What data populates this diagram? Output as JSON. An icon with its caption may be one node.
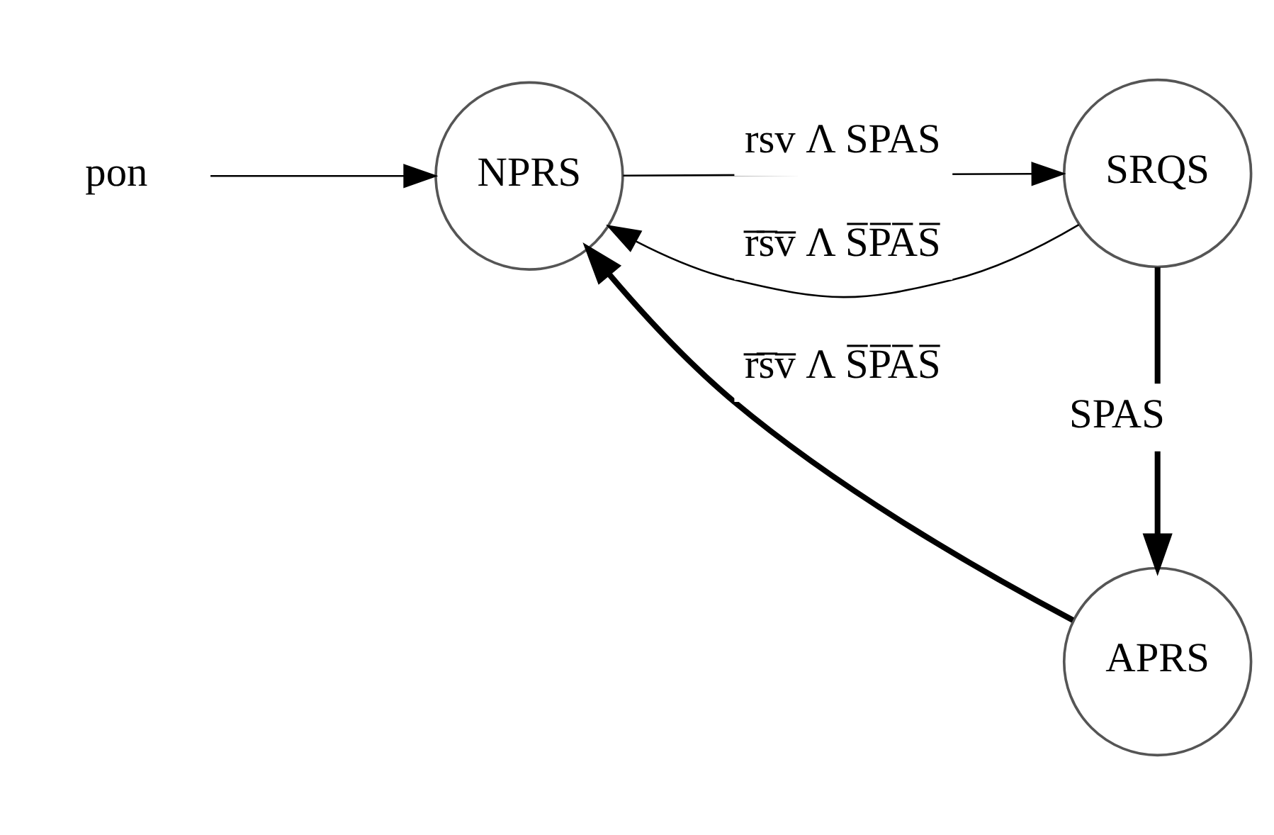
{
  "diagram": {
    "nodes": [
      {
        "text": [
          "pon"
        ]
      },
      {
        "text": [
          "NPRS"
        ]
      },
      {
        "text": [
          "SRQS"
        ]
      },
      {
        "text": [
          "APRS"
        ]
      }
    ],
    "edges": [
      {
        "from": 0,
        "to": 1,
        "arrow": "to"
      },
      {
        "from": 1,
        "to": 2,
        "arrow": "to",
        "label": "rsv Λ SPAS"
      },
      {
        "from": 2,
        "to": 1,
        "arrow": "to",
        "label": "r̅s̅v̅ Λ S̅P̅A̅S̅"
      },
      {
        "from": 2,
        "to": 3,
        "arrow": "to",
        "label": "SPAS",
        "style": "thick"
      },
      {
        "from": 3,
        "to": 1,
        "arrow": "to",
        "label": "r̅s̅v̅ Λ S̅P̅A̅S̅",
        "style": "thick"
      }
    ]
  }
}
